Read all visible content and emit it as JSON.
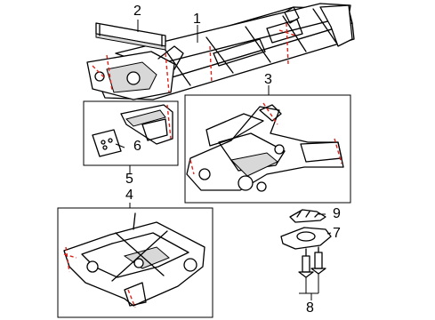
{
  "diagram": {
    "callouts": {
      "c1": "1",
      "c2": "2",
      "c3": "3",
      "c4": "4",
      "c5": "5",
      "c6": "6",
      "c7": "7",
      "c8": "8",
      "c9": "9"
    },
    "colors": {
      "cut_line": "#e0231a",
      "outline": "#000000",
      "background": "#ffffff"
    }
  }
}
